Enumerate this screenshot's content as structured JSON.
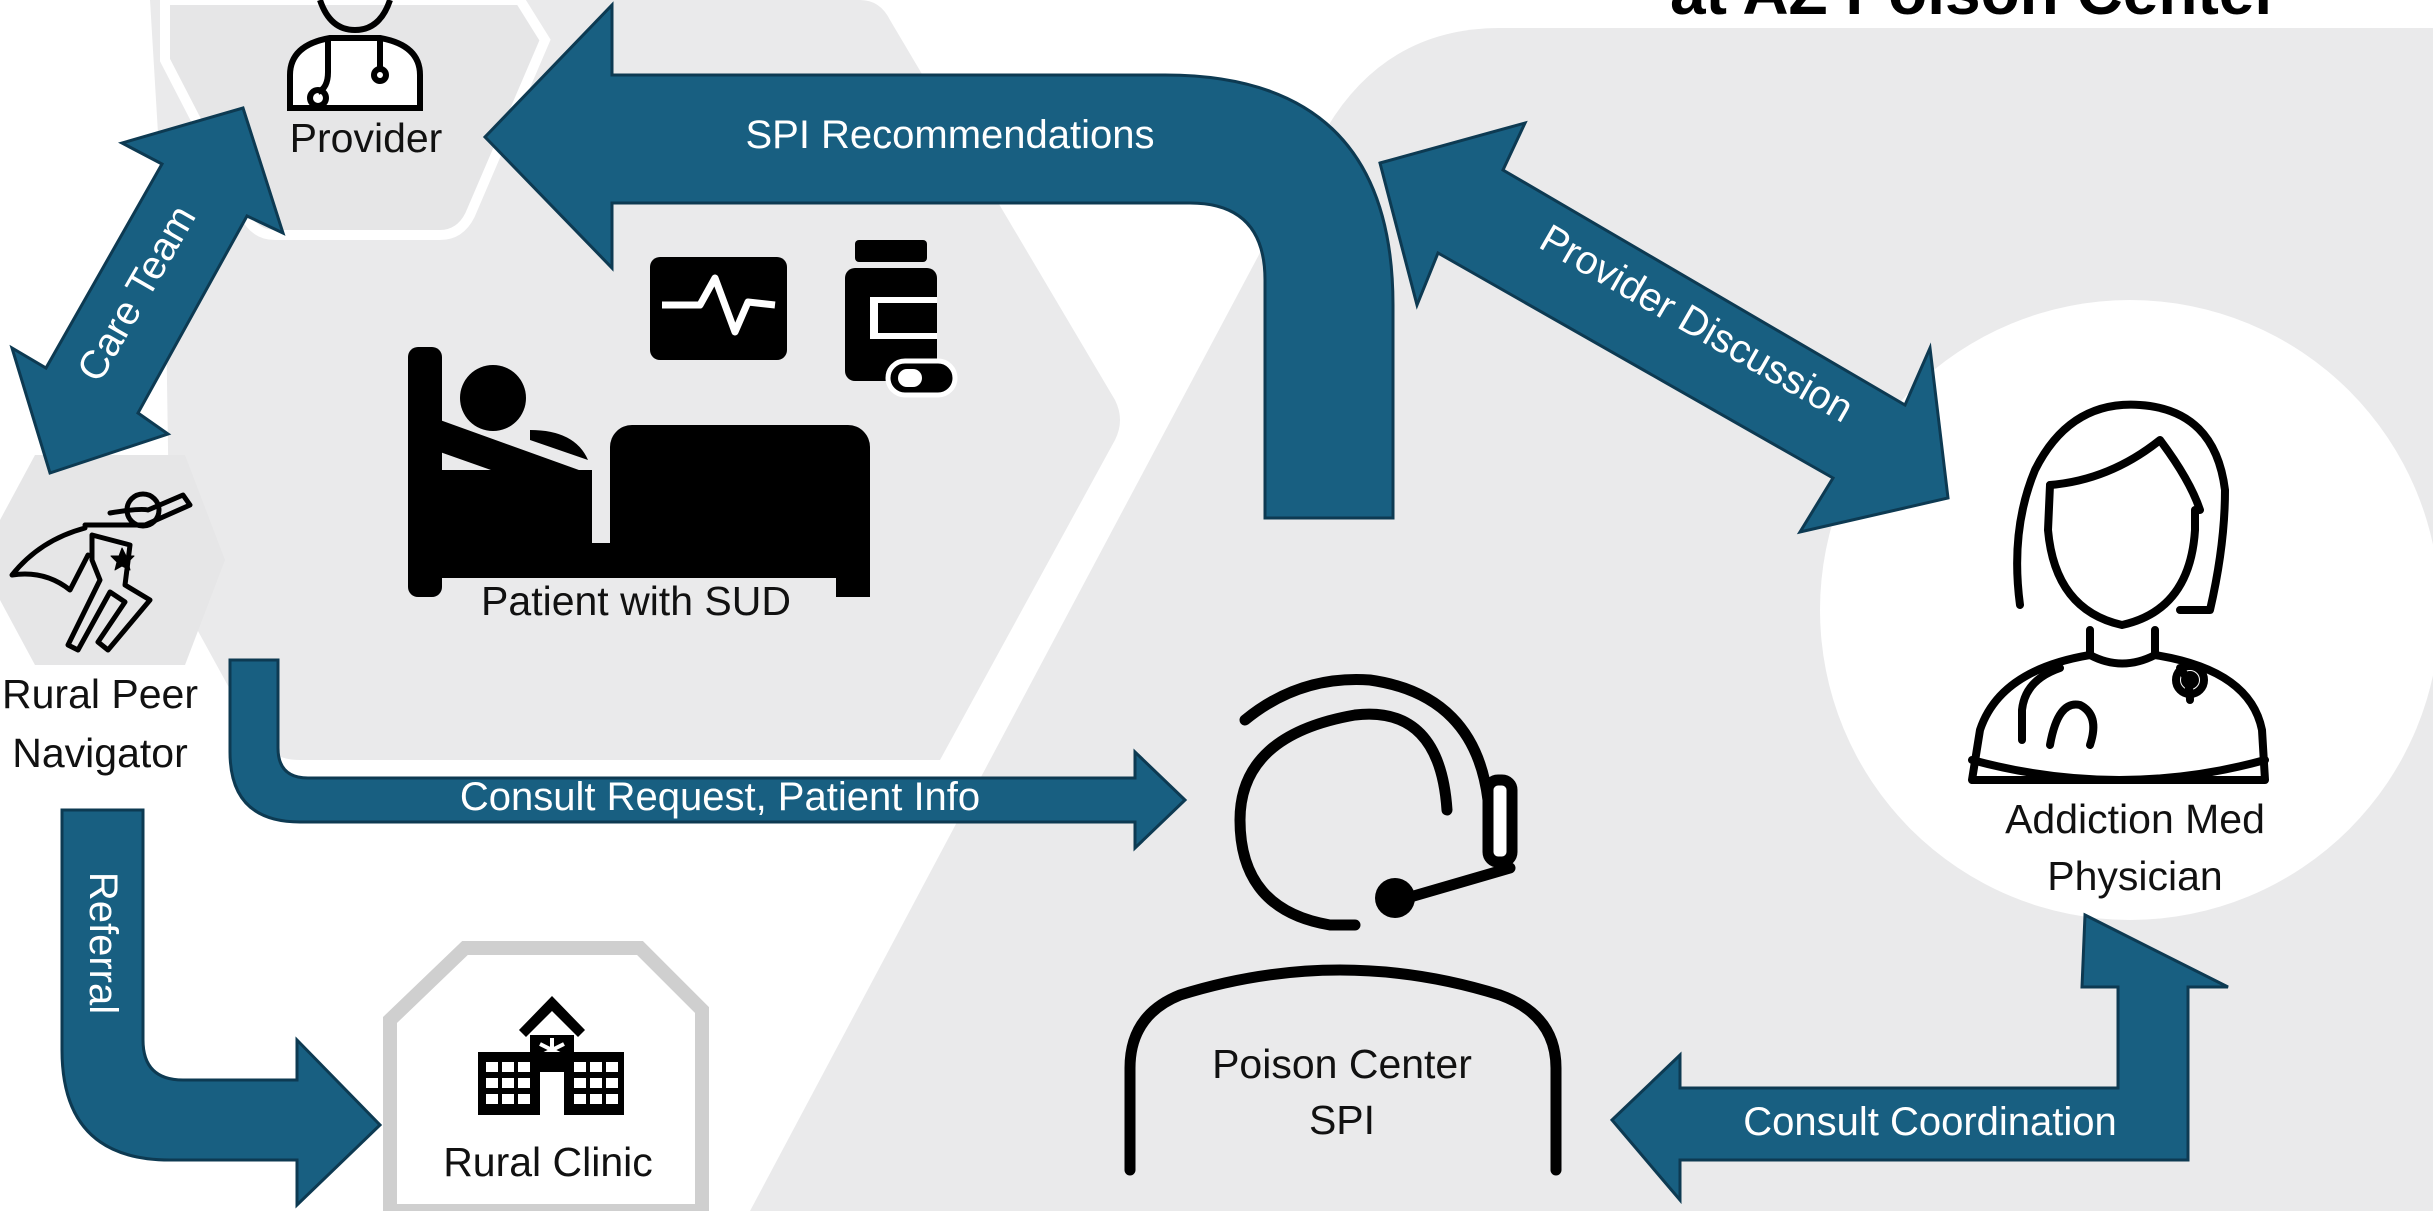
{
  "title": "at AZ Poison Center",
  "colors": {
    "arrow_fill": "#185f81",
    "arrow_stroke": "#0d3a52",
    "panel": "#eaeaeb",
    "icon": "#000000",
    "clinic_border": "#cfcfcf"
  },
  "nodes": {
    "provider": "Provider",
    "patient": "Patient with SUD",
    "peer_navigator_line1": "Rural Peer",
    "peer_navigator_line2": "Navigator",
    "rural_clinic": "Rural Clinic",
    "spi_line1": "Poison Center",
    "spi_line2": "SPI",
    "physician_line1": "Addiction Med",
    "physician_line2": "Physician"
  },
  "flows": {
    "spi_recommendations": "SPI Recommendations",
    "provider_discussion": "Provider Discussion",
    "care_team": "Care Team",
    "consult_request": "Consult Request, Patient Info",
    "referral": "Referral",
    "consult_coordination": "Consult Coordination"
  },
  "icons": {
    "provider": "doctor-icon",
    "patient": "hospital-bed-icon",
    "monitor": "heart-monitor-icon",
    "medication": "pill-bottle-icon",
    "navigator": "superhero-icon",
    "clinic": "hospital-building-icon",
    "spi": "headset-operator-icon",
    "physician": "female-doctor-icon"
  }
}
